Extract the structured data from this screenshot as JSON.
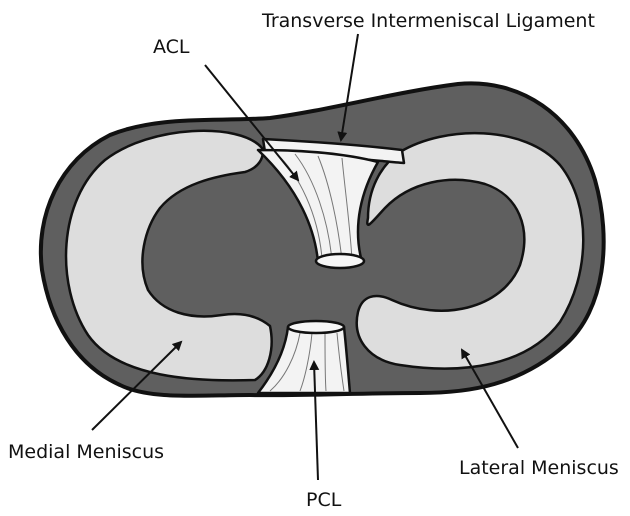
{
  "labels": {
    "transverse": "Transverse Intermeniscal Ligament",
    "acl": "ACL",
    "medial": "Medial Meniscus",
    "lateral": "Lateral Meniscus",
    "pcl": "PCL"
  },
  "colors": {
    "plateau": "#5f5f5f",
    "meniscus": "#dddddd",
    "ligament": "#f3f3f3",
    "outline": "#111111"
  }
}
